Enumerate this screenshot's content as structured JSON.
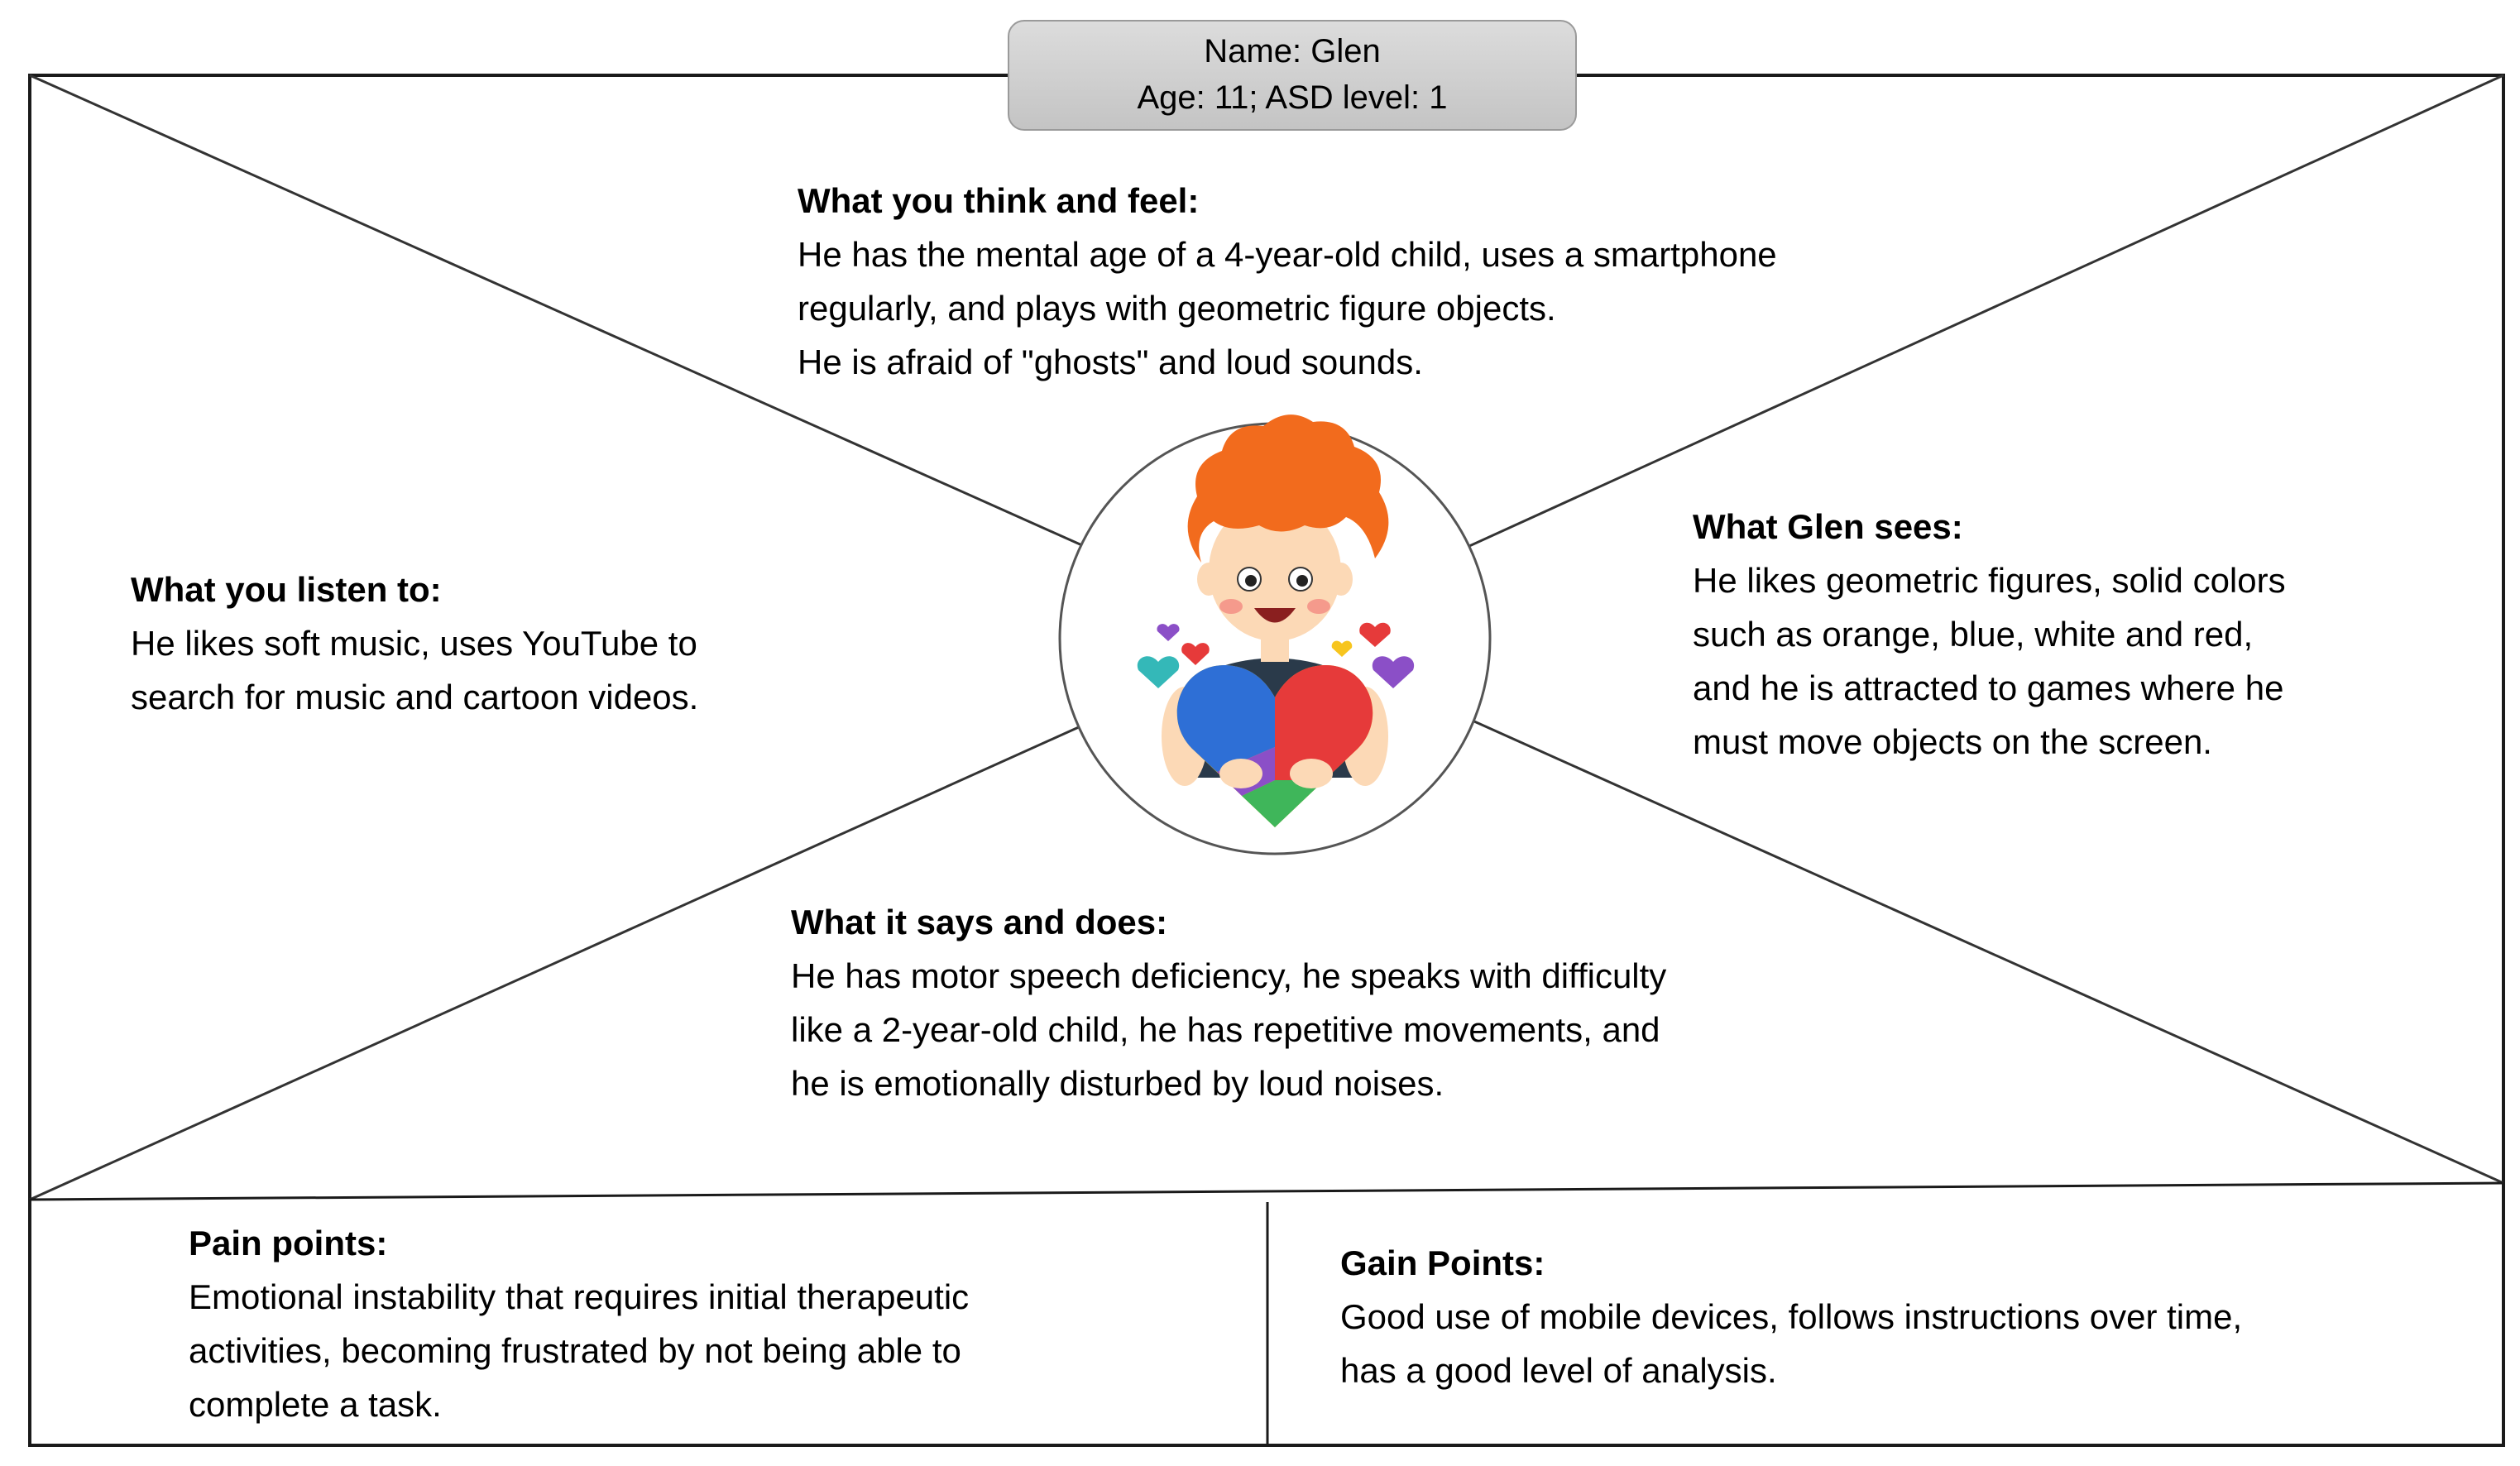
{
  "persona": {
    "name_line": "Name: Glen",
    "age_line": "Age: 11; ASD level: 1"
  },
  "think_feel": {
    "heading": "What you think and feel:",
    "lines": [
      "He has the mental age of a 4-year-old child, uses a smartphone",
      "regularly, and plays with geometric figure objects.",
      "He is afraid of \"ghosts\" and loud sounds."
    ]
  },
  "listen": {
    "heading": "What you listen to:",
    "lines": [
      "He likes soft music, uses YouTube to",
      "search for music and cartoon videos."
    ]
  },
  "sees": {
    "heading": "What Glen sees:",
    "lines": [
      "He likes geometric figures, solid colors",
      "such as orange, blue, white and red,",
      "and he is attracted to games where he",
      "must move objects on the screen."
    ]
  },
  "says_does": {
    "heading": "What it says and does:",
    "lines": [
      "He has motor speech deficiency, he speaks with difficulty",
      "like a 2-year-old child, he has repetitive movements, and",
      "he is emotionally disturbed by loud noises."
    ]
  },
  "pain_points": {
    "heading": "Pain points:",
    "lines": [
      "Emotional instability that requires initial therapeutic",
      "activities, becoming frustrated by not being able to",
      "complete a task."
    ]
  },
  "gain_points": {
    "heading": "Gain Points:",
    "lines": [
      "Good use of mobile devices, follows instructions over time,",
      "has a good level of analysis."
    ]
  },
  "colors": {
    "hair": "#f26b1d",
    "skin": "#fcd9b6",
    "puzzle_red": "#e63a3a",
    "puzzle_blue": "#2e6fd6",
    "puzzle_yellow": "#f7c51e",
    "puzzle_green": "#3fb65a",
    "puzzle_purple": "#8b4fc7",
    "heart_teal": "#34b8b8"
  }
}
